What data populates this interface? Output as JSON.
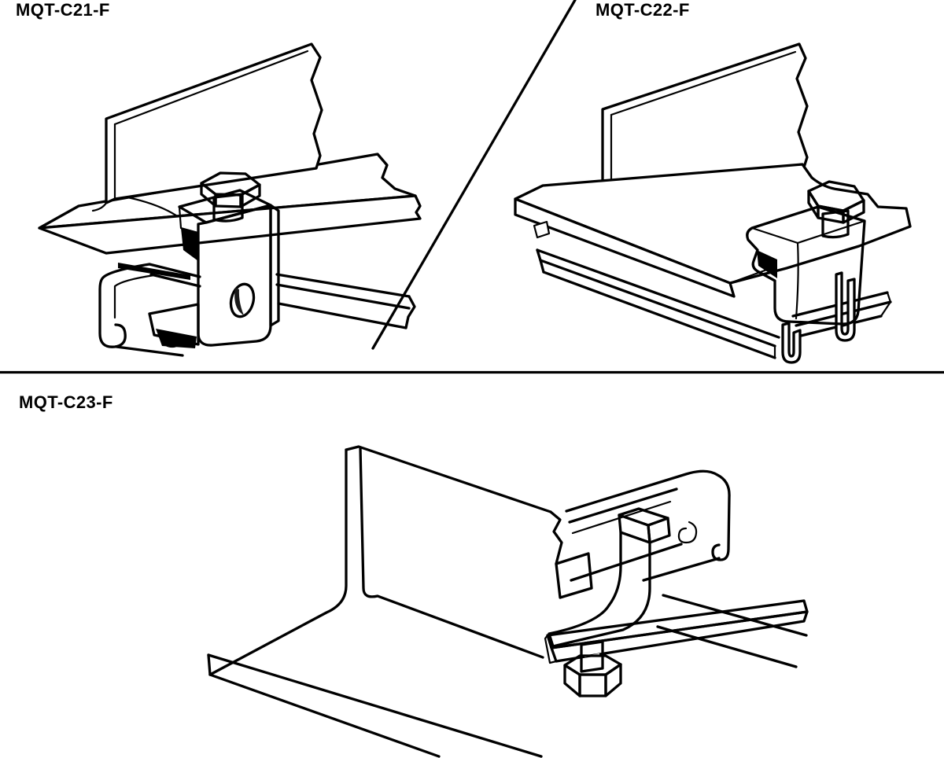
{
  "figures": [
    {
      "label": "MQT-C21-F"
    },
    {
      "label": "MQT-C22-F"
    },
    {
      "label": "MQT-C23-F"
    }
  ],
  "palette": {
    "ink": "#000000",
    "paper": "#ffffff",
    "metal_light": "#f2f2f2",
    "metal_mid": "#bdbdbd",
    "metal_dark": "#4a4a4a",
    "shadow": "#000000"
  }
}
